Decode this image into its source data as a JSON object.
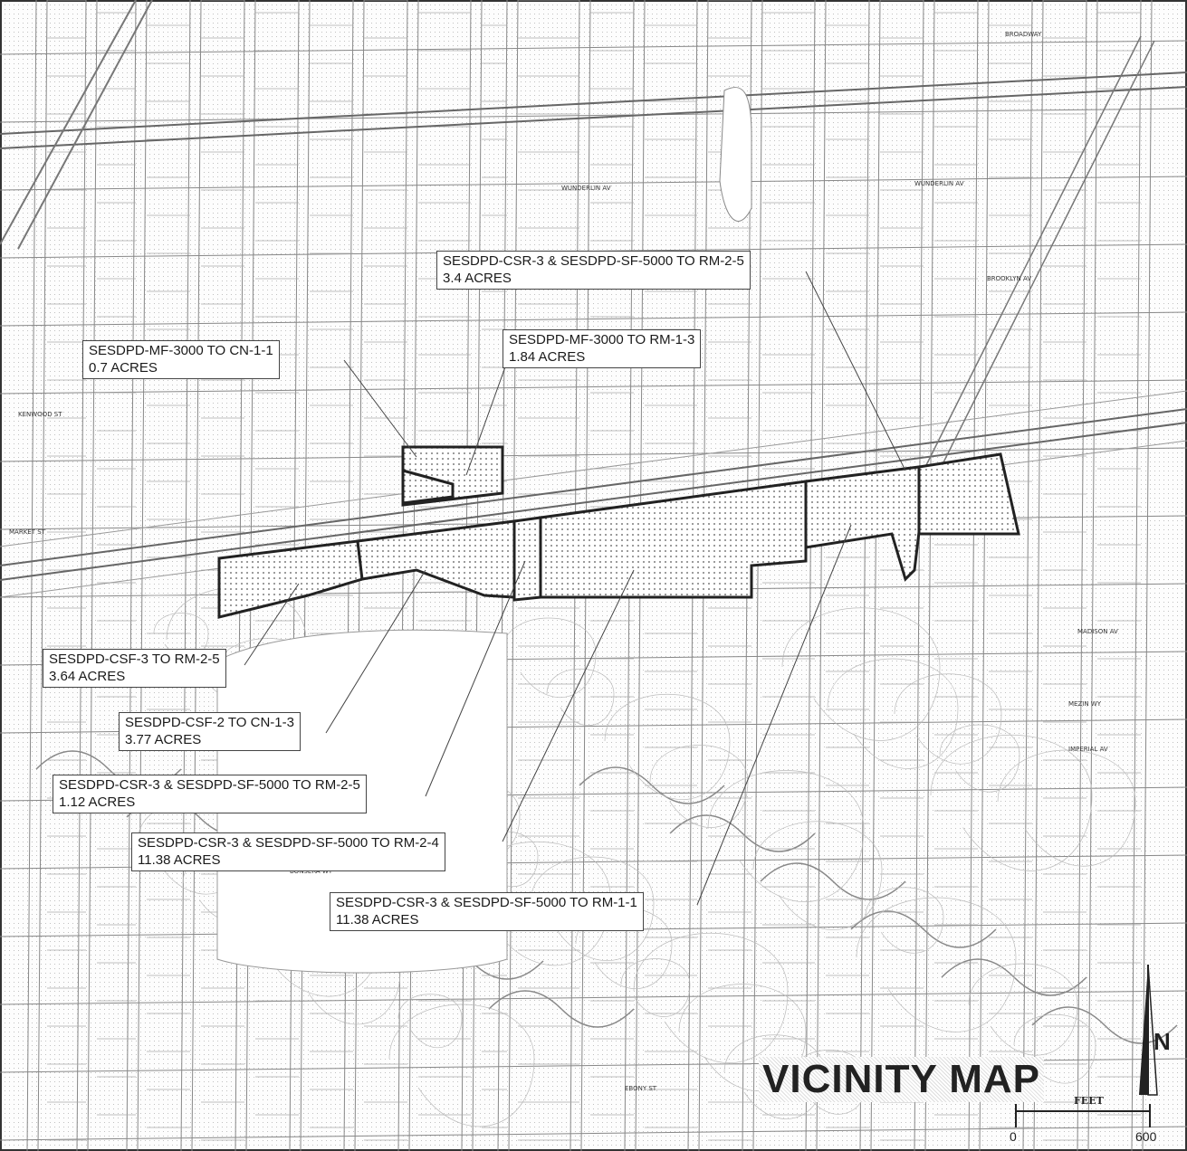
{
  "map": {
    "title": "VICINITY MAP",
    "north_label": "N",
    "scale": {
      "unit_label": "FEET",
      "start": "0",
      "end": "600"
    },
    "zoning_labels": [
      {
        "line1": "SESDPD-CSR-3 & SESDPD-SF-5000 TO RM-2-5",
        "line2": "3.4 ACRES"
      },
      {
        "line1": "SESDPD-MF-3000 TO CN-1-1",
        "line2": "0.7 ACRES"
      },
      {
        "line1": "SESDPD-MF-3000 TO RM-1-3",
        "line2": "1.84 ACRES"
      },
      {
        "line1": "SESDPD-CSF-3 TO RM-2-5",
        "line2": "3.64 ACRES"
      },
      {
        "line1": "SESDPD-CSF-2 TO CN-1-3",
        "line2": "3.77 ACRES"
      },
      {
        "line1": "SESDPD-CSR-3 & SESDPD-SF-5000 TO RM-2-5",
        "line2": "1.12  ACRES"
      },
      {
        "line1": "SESDPD-CSR-3 & SESDPD-SF-5000 TO RM-2-4",
        "line2": "11.38 ACRES"
      },
      {
        "line1": "SESDPD-CSR-3 & SESDPD-SF-5000 TO RM-1-1",
        "line2": "11.38 ACRES"
      }
    ],
    "street_labels": [
      "WUNDERLIN AV",
      "WUNDERLIN AV",
      "BROOKLYN AV",
      "BROADWAY",
      "KENWOOD ST",
      "MARKET ST",
      "MADISON AV",
      "MEZIN WY",
      "EBONY ST",
      "BONSERA WY",
      "IMPERIAL AV"
    ]
  }
}
